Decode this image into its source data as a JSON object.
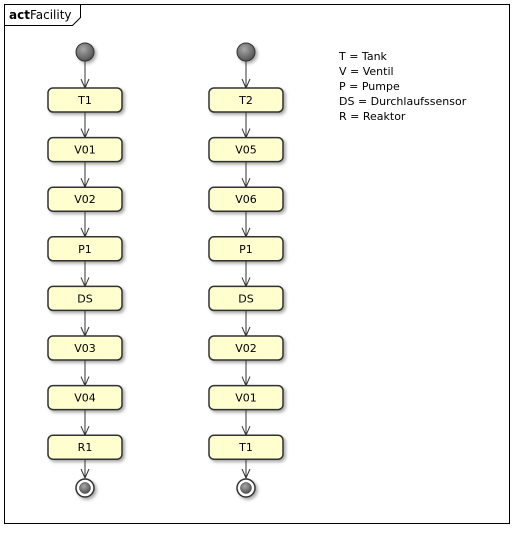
{
  "frame": {
    "keyword": "act",
    "name": "Facility"
  },
  "legend": [
    "T = Tank",
    "V = Ventil",
    "P = Pumpe",
    "DS = Durchlaufssensor",
    "R = Reaktor"
  ],
  "flows": [
    {
      "nodes": [
        "T1",
        "V01",
        "V02",
        "P1",
        "DS",
        "V03",
        "V04",
        "R1"
      ]
    },
    {
      "nodes": [
        "T2",
        "V05",
        "V06",
        "P1",
        "DS",
        "V02",
        "V01",
        "T1"
      ]
    }
  ],
  "colors": {
    "node_fill": "#fefece",
    "node_stroke": "#333333",
    "start_fill": "#777777",
    "frame_stroke": "#000000",
    "arrow": "#333333"
  }
}
